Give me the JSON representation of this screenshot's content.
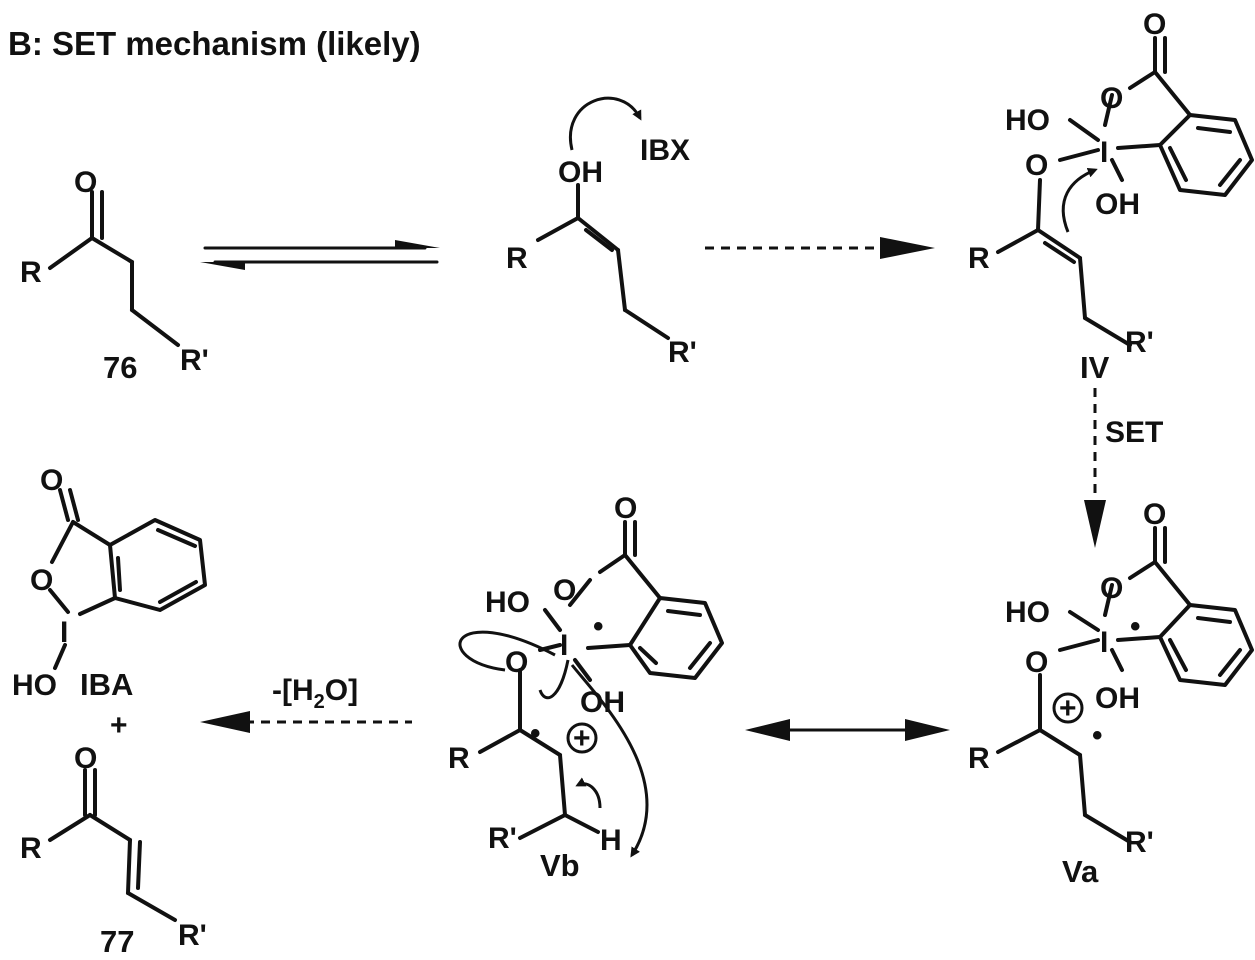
{
  "title": "B: SET mechanism (likely)",
  "compounds": {
    "c76": "76",
    "iv": "IV",
    "va": "Va",
    "vb": "Vb",
    "iba": "IBA",
    "c77": "77"
  },
  "labels": {
    "reagent_ibx": "IBX",
    "set": "SET",
    "water_prefix": "-[H",
    "water_sub": "2",
    "water_suffix": "O]",
    "plus": "+"
  },
  "atoms": {
    "O": "O",
    "OH": "OH",
    "HO": "HO",
    "R": "R",
    "Rp": "R'",
    "I": "I",
    "H": "H",
    "plus_charge": "+",
    "radical": "•"
  }
}
